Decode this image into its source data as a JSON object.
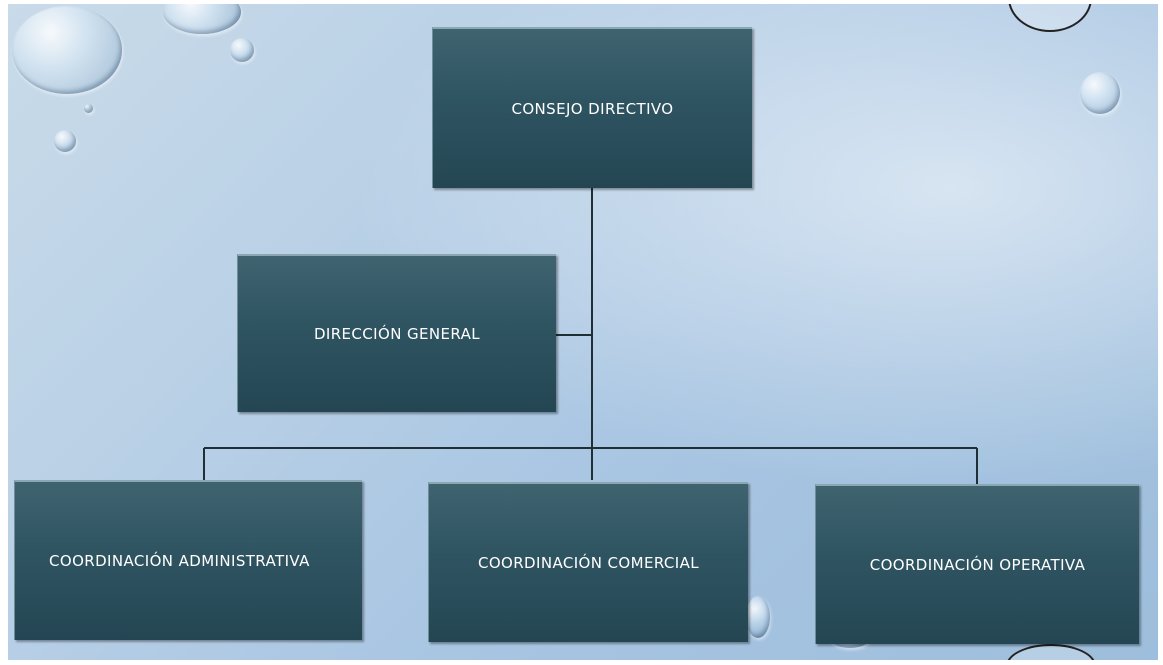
{
  "org_chart": {
    "root": {
      "label": "CONSEJO DIRECTIVO"
    },
    "assistant": {
      "label": "DIRECCIÓN GENERAL"
    },
    "children": [
      {
        "label": "COORDINACIÓN ADMINISTRATIVA"
      },
      {
        "label": "COORDINACIÓN COMERCIAL"
      },
      {
        "label": "COORDINACIÓN OPERATIVA"
      }
    ]
  },
  "theme": {
    "background": "#b7cfe6",
    "node_fill": "#2f5461",
    "node_text": "#ffffff",
    "connector": "#1e2f36"
  }
}
